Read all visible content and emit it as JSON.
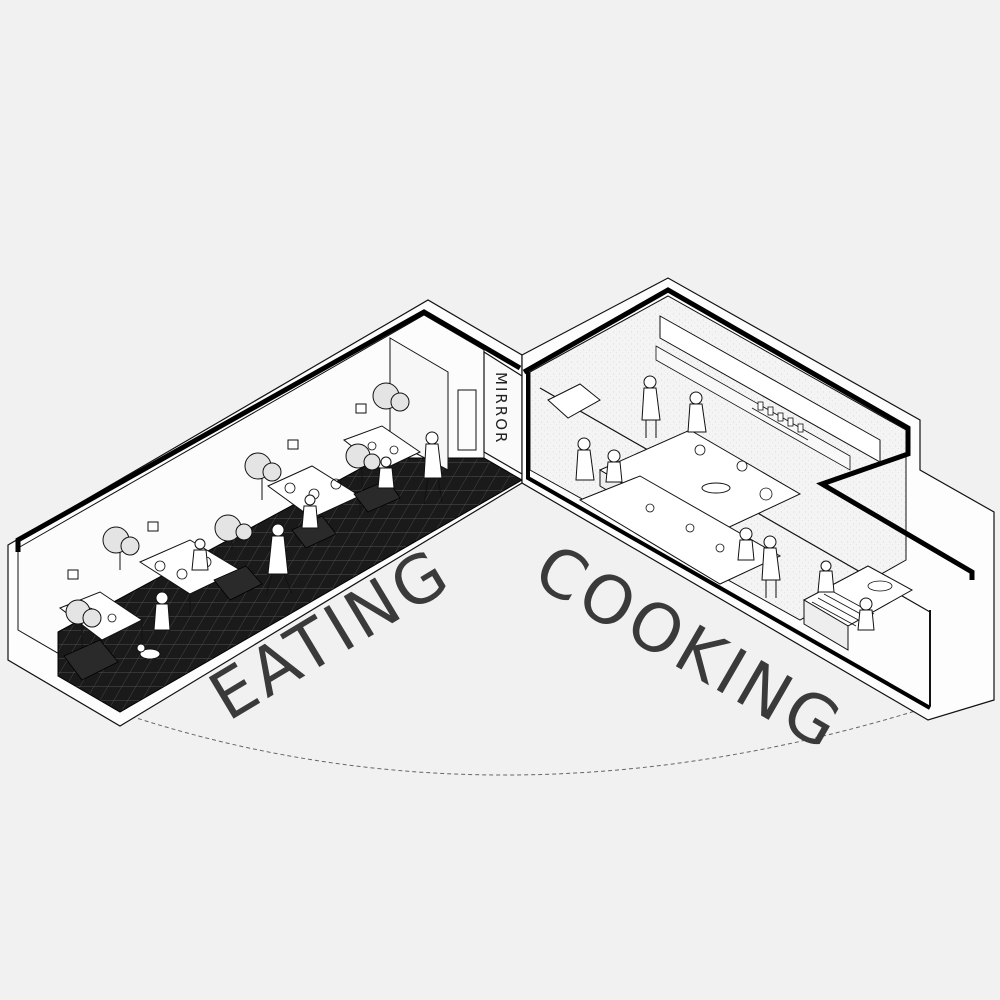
{
  "drawing": {
    "type": "axonometric-section",
    "style": "black line drawing on light grey speckled paper"
  },
  "labels": {
    "eating": "EATING",
    "cooking": "COOKING",
    "mirror": "MIRROR"
  },
  "zones": [
    {
      "name": "dining room",
      "features": [
        "tables with place settings",
        "small potted trees",
        "wall lamps",
        "seated and walking people",
        "black tiled floor",
        "dog"
      ]
    },
    {
      "name": "kitchen",
      "features": [
        "long counters",
        "cooks preparing food",
        "shelving with jars",
        "range hood",
        "sink"
      ]
    }
  ],
  "colors": {
    "paper": "#f1f1f1",
    "ink": "#111111",
    "floor": "#1a1a1a",
    "label": "#3a3a3a"
  }
}
